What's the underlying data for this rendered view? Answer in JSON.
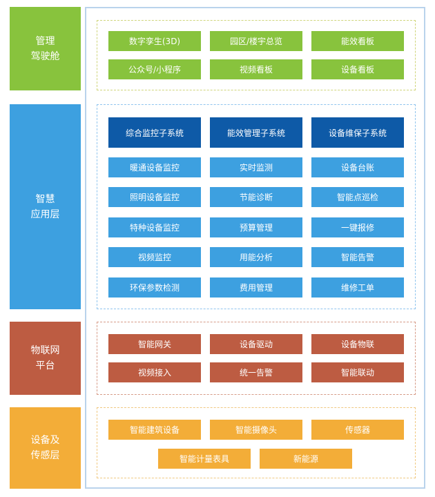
{
  "colors": {
    "management": "#88c33d",
    "application": "#3da0e0",
    "subsystem": "#0e5aa7",
    "iot": "#bd5c42",
    "device": "#f3ad38",
    "frame_border": "#b9d3ec"
  },
  "layers": {
    "management": {
      "title_line1": "管理",
      "title_line2": "驾驶舱",
      "items": [
        "数字孪生(3D)",
        "园区/楼宇总览",
        "能效看板",
        "公众号/小程序",
        "视频看板",
        "设备看板"
      ]
    },
    "application": {
      "title_line1": "智慧",
      "title_line2": "应用层",
      "subsystems": [
        "综合监控子系统",
        "能效管理子系统",
        "设备维保子系统"
      ],
      "items": [
        "暖通设备监控",
        "实时监测",
        "设备台账",
        "照明设备监控",
        "节能诊断",
        "智能点巡检",
        "特种设备监控",
        "预算管理",
        "一键报修",
        "视频监控",
        "用能分析",
        "智能告警",
        "环保参数检测",
        "费用管理",
        "维修工单"
      ]
    },
    "iot": {
      "title_line1": "物联网",
      "title_line2": "平台",
      "items": [
        "智能网关",
        "设备驱动",
        "设备物联",
        "视频接入",
        "统一告警",
        "智能联动"
      ]
    },
    "device": {
      "title_line1": "设备及",
      "title_line2": "传感层",
      "items": [
        "智能建筑设备",
        "智能摄像头",
        "传感器",
        "智能计量表具",
        "新能源"
      ]
    }
  }
}
